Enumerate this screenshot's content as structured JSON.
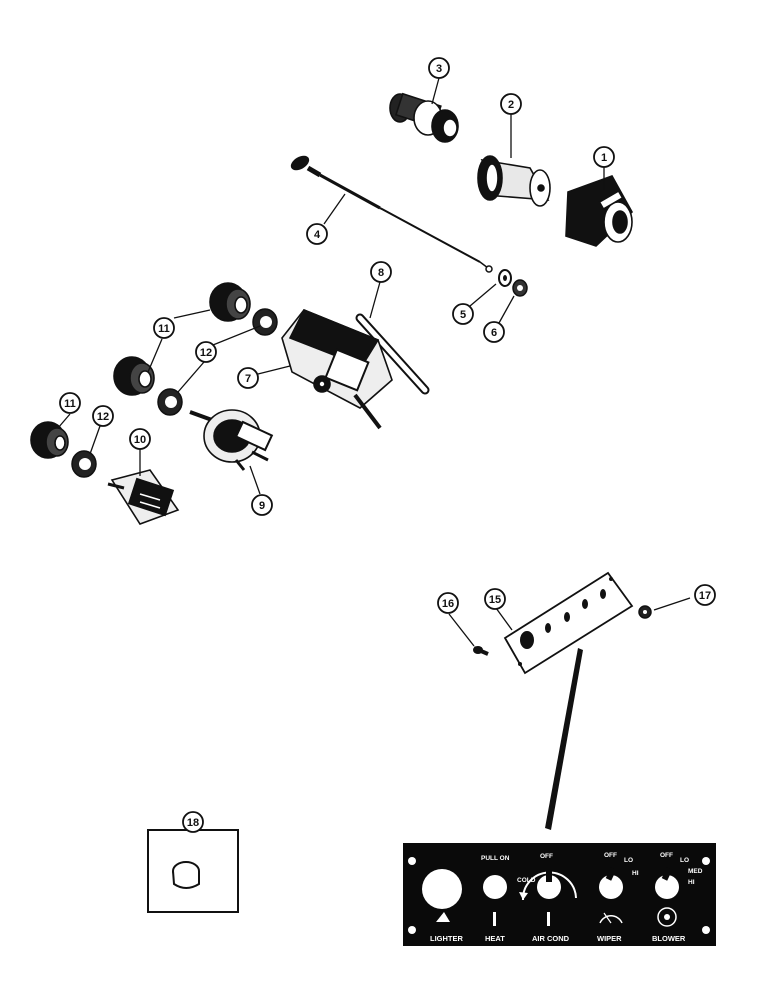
{
  "callouts": [
    {
      "id": "c1",
      "label": "1"
    },
    {
      "id": "c2",
      "label": "2"
    },
    {
      "id": "c3",
      "label": "3"
    },
    {
      "id": "c4",
      "label": "4"
    },
    {
      "id": "c5",
      "label": "5"
    },
    {
      "id": "c6",
      "label": "6"
    },
    {
      "id": "c7",
      "label": "7"
    },
    {
      "id": "c8",
      "label": "8"
    },
    {
      "id": "c9",
      "label": "9"
    },
    {
      "id": "c10",
      "label": "10"
    },
    {
      "id": "c11a",
      "label": "11"
    },
    {
      "id": "c11b",
      "label": "11"
    },
    {
      "id": "c12a",
      "label": "12"
    },
    {
      "id": "c12b",
      "label": "12"
    },
    {
      "id": "c15",
      "label": "15"
    },
    {
      "id": "c16",
      "label": "16"
    },
    {
      "id": "c17",
      "label": "17"
    },
    {
      "id": "c18",
      "label": "18"
    }
  ],
  "panel": {
    "lighter": "LIGHTER",
    "heat": "HEAT",
    "air_cond": "AIR COND",
    "wiper": "WIPER",
    "blower": "BLOWER",
    "pull_on": "PULL ON",
    "off_a": "OFF",
    "cold": "COLD",
    "off_b": "OFF",
    "lo_a": "LO",
    "hi_a": "HI",
    "off_c": "OFF",
    "lo_b": "LO",
    "med": "MED",
    "hi_b": "HI"
  }
}
